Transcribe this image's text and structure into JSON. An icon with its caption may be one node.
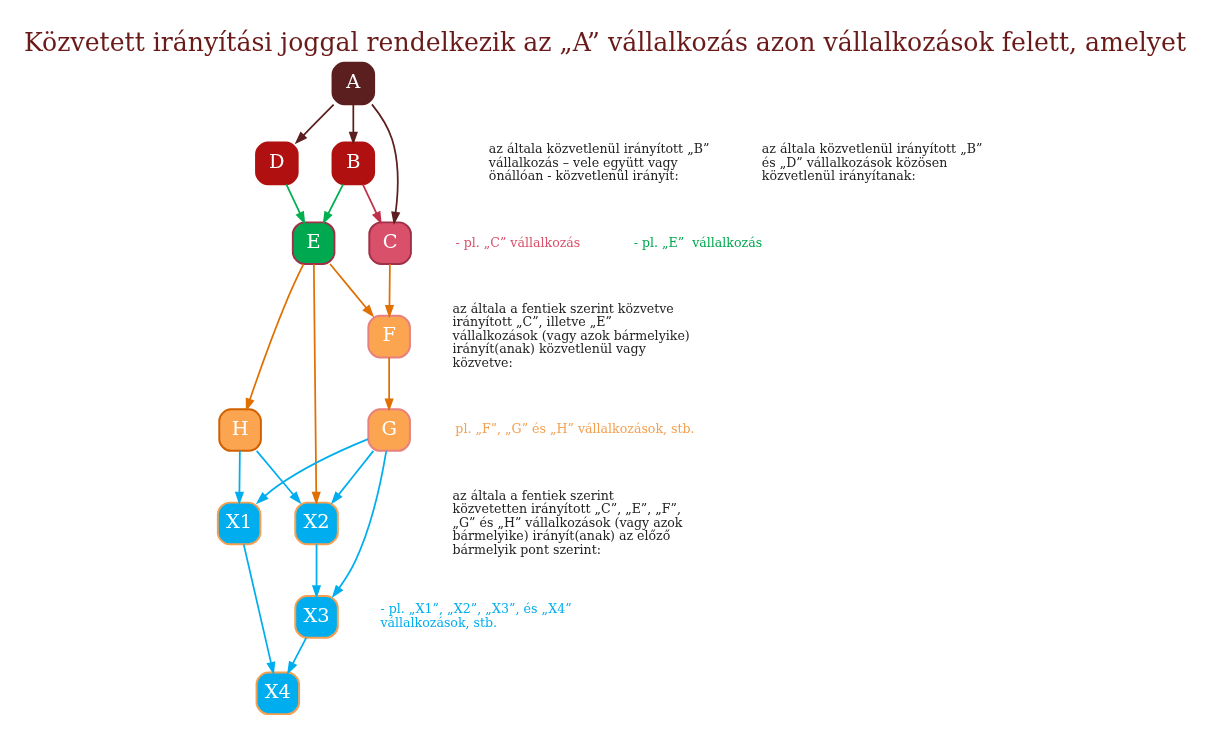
{
  "diagram": {
    "title": "Közvetett irányítási joggal rendelkezik az „A” vállalkozás azon vállalkozások felett, amelyet",
    "nodes": [
      {
        "text": [
          "A"
        ]
      },
      {
        "text": [
          "B"
        ]
      },
      {
        "text": [
          "D"
        ]
      },
      {
        "text": [
          "C"
        ]
      },
      {
        "text": [
          "E"
        ]
      },
      {
        "text": [
          "F"
        ]
      },
      {
        "text": [
          "H"
        ]
      },
      {
        "text": [
          "G"
        ]
      },
      {
        "text": [
          "X2"
        ]
      },
      {
        "text": [
          "X1"
        ]
      },
      {
        "text": [
          "X3"
        ]
      },
      {
        "text": [
          "X4"
        ]
      }
    ],
    "edges": [
      {
        "from": 0,
        "to": 1,
        "arrow": "to",
        "color": "#5c1f1f"
      },
      {
        "from": 0,
        "to": 3,
        "arrow": "to",
        "color": "#5c1f1f"
      },
      {
        "from": 0,
        "to": 2,
        "arrow": "to",
        "color": "#5c1f1f"
      },
      {
        "from": 1,
        "to": 3,
        "arrow": "to",
        "color": "#c0304a"
      },
      {
        "from": 1,
        "to": 4,
        "arrow": "to",
        "color": "#00b050"
      },
      {
        "from": 2,
        "to": 4,
        "arrow": "to",
        "color": "#00b050"
      },
      {
        "from": 3,
        "to": 5,
        "arrow": "to",
        "color": "#e07000"
      },
      {
        "from": 4,
        "to": 5,
        "arrow": "to",
        "color": "#e07000"
      },
      {
        "from": 4,
        "to": 6,
        "arrow": "to",
        "color": "#e07000"
      },
      {
        "from": 4,
        "to": 8,
        "arrow": "to",
        "color": "#e07000"
      },
      {
        "from": 5,
        "to": 7,
        "arrow": "to",
        "color": "#e07000"
      },
      {
        "from": 6,
        "to": 9,
        "arrow": "to"
      },
      {
        "from": 6,
        "to": 8,
        "arrow": "to"
      },
      {
        "from": 7,
        "to": 8,
        "arrow": "to"
      },
      {
        "from": 7,
        "to": 9,
        "arrow": "to"
      },
      {
        "from": 7,
        "to": 10,
        "arrow": "to"
      },
      {
        "from": 8,
        "to": 10,
        "arrow": "to"
      },
      {
        "from": 9,
        "to": 11,
        "arrow": "to"
      },
      {
        "from": 10,
        "to": 11,
        "arrow": "to"
      }
    ],
    "labels": [
      "az általa közvetlenül irányított „B” vállalkozás – vele együtt vagy önállóan - közvetlenül irányít:",
      "- pl. „C” vállalkozás",
      "az általa közvetlenül irányított „B” és „D” vállalkozások közösen közvetlenül irányítanak:",
      "- pl. „E”  vállalkozás",
      "az általa a fentiek szerint közvetve irányított „C”, illetve „E” vállalkozások (vagy azok bármelyike) irányít(anak) közvetlenül vagy közvetve:",
      "pl. „F”, „G” és „H” vállalkozások, stb.",
      "az általa a fentiek szerint közvetetten irányított „C”, „E”, „F”, „G” és „H” vállalkozások (vagy azok bármelyike) irányít(anak) az előző bármelyik pont szerint:",
      "- pl. „X1”, „X2”, „X3”, és „X4” vállalkozások, stb."
    ]
  }
}
